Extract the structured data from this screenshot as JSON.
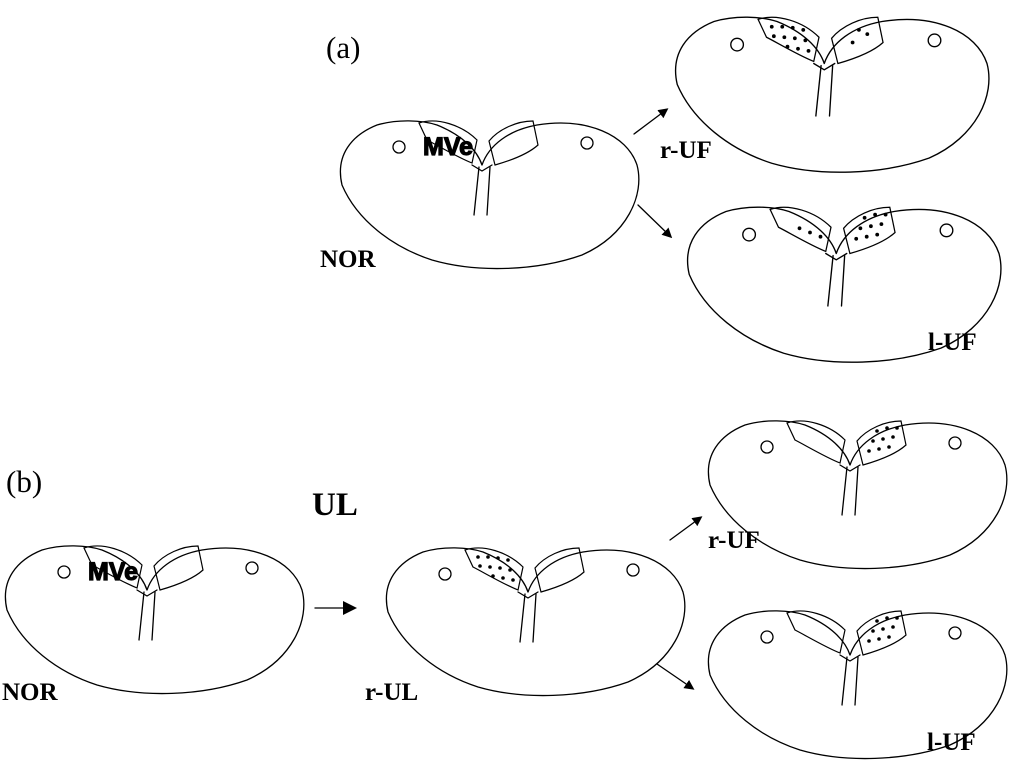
{
  "panels": {
    "a": "(a)",
    "b": "(b)"
  },
  "labels": {
    "a_nor": "NOR",
    "a_r_uf": "r-UF",
    "a_l_uf": "l-UF",
    "b_nor": "NOR",
    "b_ul": "UL",
    "b_r_ul": "r-UL",
    "b_r_uf": "r-UF",
    "b_l_uf": "l-UF"
  },
  "nucleus": {
    "a_nor": "MVe",
    "b_nor": "MVe"
  },
  "colors": {
    "ink": "#000000",
    "background": "#ffffff"
  }
}
